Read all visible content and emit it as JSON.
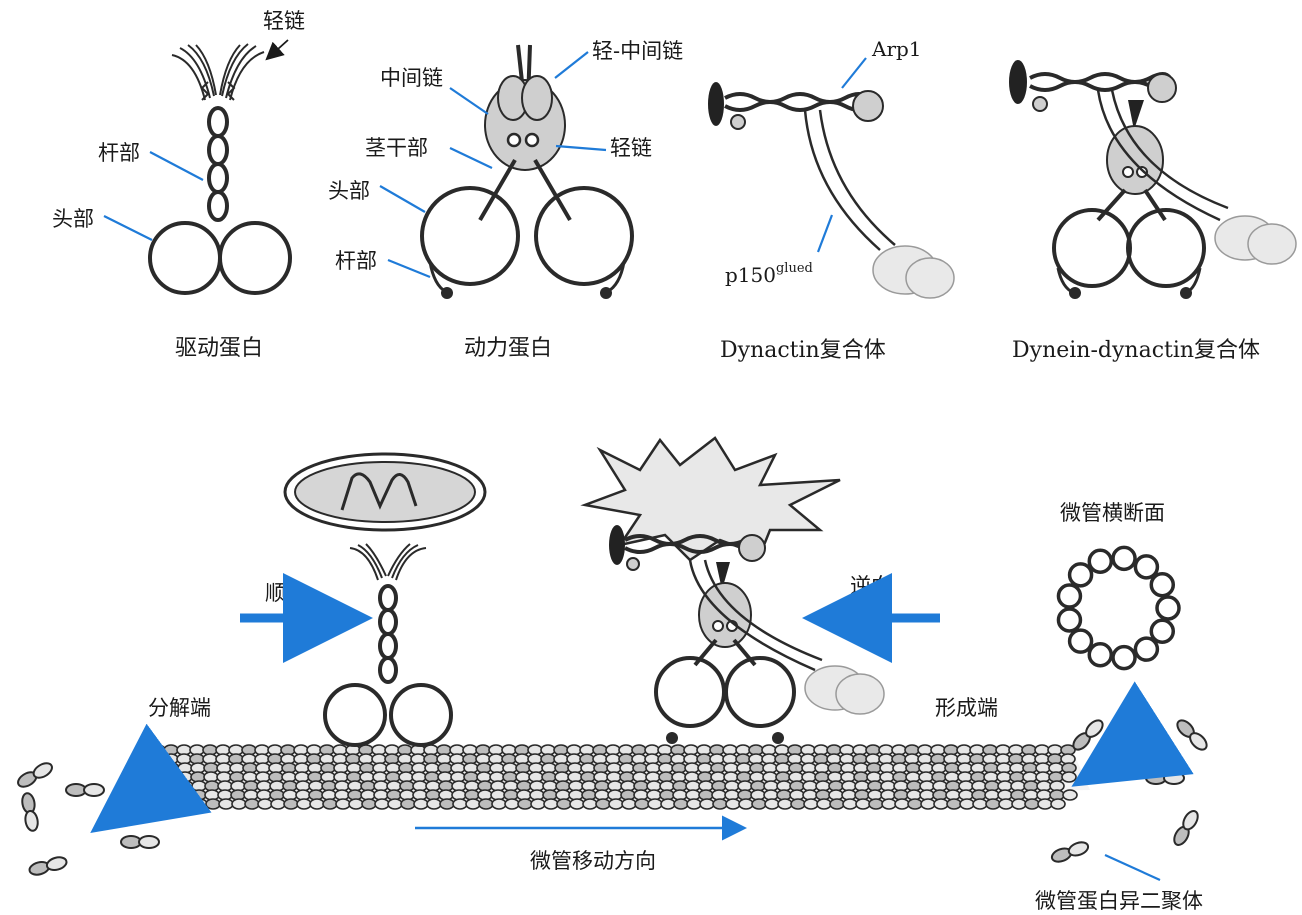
{
  "panels": {
    "kinesin": {
      "caption": "驱动蛋白",
      "labels": {
        "light_chain": "轻链",
        "stalk": "杆部",
        "head": "头部"
      }
    },
    "dynein": {
      "caption": "动力蛋白",
      "labels": {
        "intermediate_chain": "中间链",
        "light_intermediate_chain": "轻-中间链",
        "stem": "茎干部",
        "light_chain": "轻链",
        "head": "头部",
        "stalk": "杆部"
      }
    },
    "dynactin": {
      "caption": "Dynactin复合体",
      "labels": {
        "arp1": "Arp1",
        "p150_base": "p150",
        "p150_sup": "glued"
      }
    },
    "dynein_dynactin": {
      "caption": "Dynein-dynactin复合体"
    }
  },
  "bottom": {
    "anterograde": "顺向",
    "retrograde": "逆向",
    "minus_end": "分解端",
    "plus_end": "形成端",
    "cross_section": "微管横断面",
    "movement_direction": "微管移动方向",
    "tubulin_dimer": "微管蛋白异二聚体"
  },
  "colors": {
    "line": "#2a2a2a",
    "accent_blue": "#1f7bd8",
    "protein_gray": "#cfcfcf",
    "cargo_gray": "#e9e9e9"
  }
}
